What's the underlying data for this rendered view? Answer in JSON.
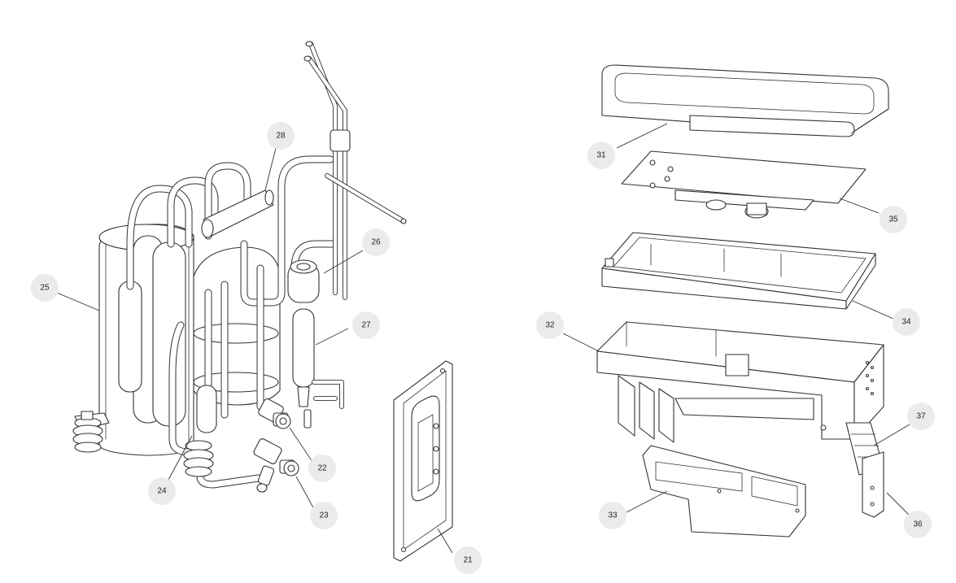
{
  "callouts": [
    {
      "id": "21",
      "label": "21"
    },
    {
      "id": "22",
      "label": "22"
    },
    {
      "id": "23",
      "label": "23"
    },
    {
      "id": "24",
      "label": "24"
    },
    {
      "id": "25",
      "label": "25"
    },
    {
      "id": "26",
      "label": "26"
    },
    {
      "id": "27",
      "label": "27"
    },
    {
      "id": "28",
      "label": "28"
    },
    {
      "id": "31",
      "label": "31"
    },
    {
      "id": "32",
      "label": "32"
    },
    {
      "id": "33",
      "label": "33"
    },
    {
      "id": "34",
      "label": "34"
    },
    {
      "id": "35",
      "label": "35"
    },
    {
      "id": "36",
      "label": "36"
    },
    {
      "id": "37",
      "label": "37"
    }
  ],
  "colors": {
    "line": "#333333",
    "callout_fill": "#ebebeb",
    "background": "#ffffff"
  }
}
